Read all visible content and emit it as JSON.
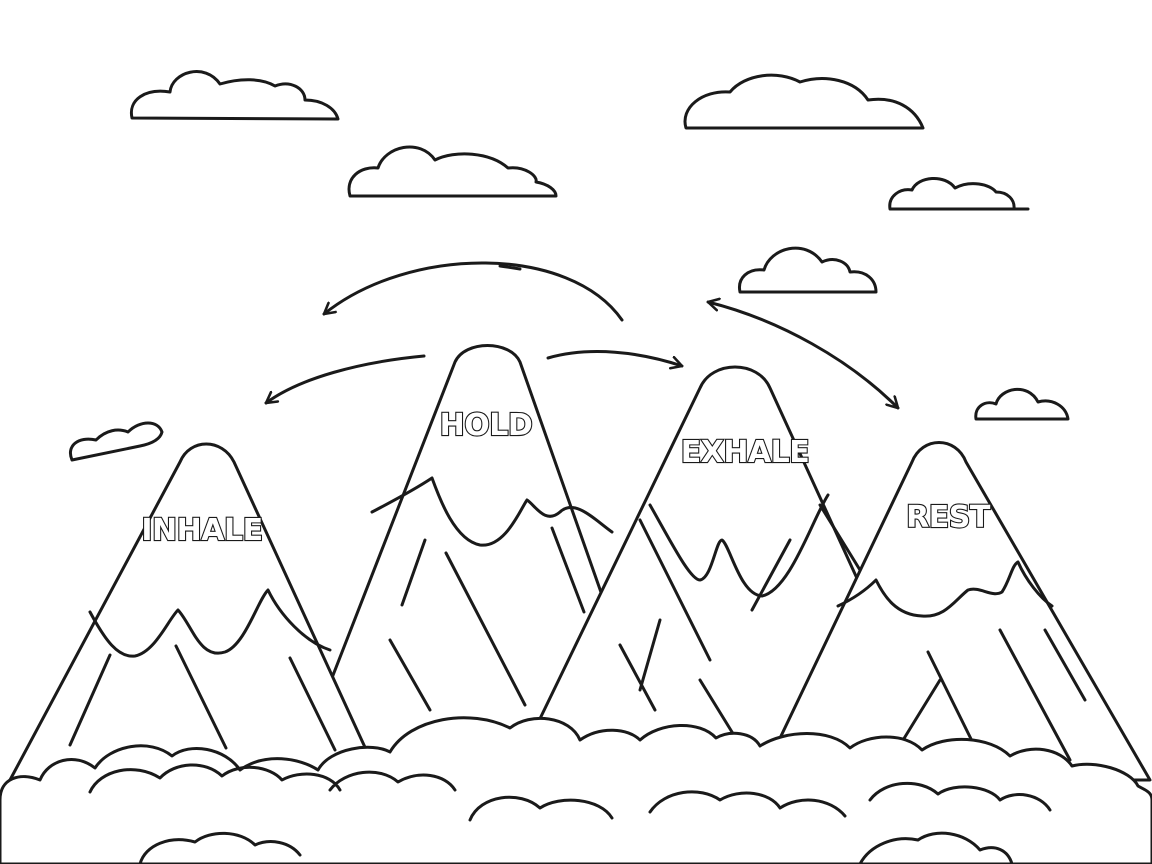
{
  "labels": {
    "inhale": "INHALE",
    "hold": "HOLD",
    "exhale": "EXHALE",
    "rest": "REST"
  },
  "palette": {
    "ink": "#1a1a1a",
    "paper": "#ffffff"
  }
}
